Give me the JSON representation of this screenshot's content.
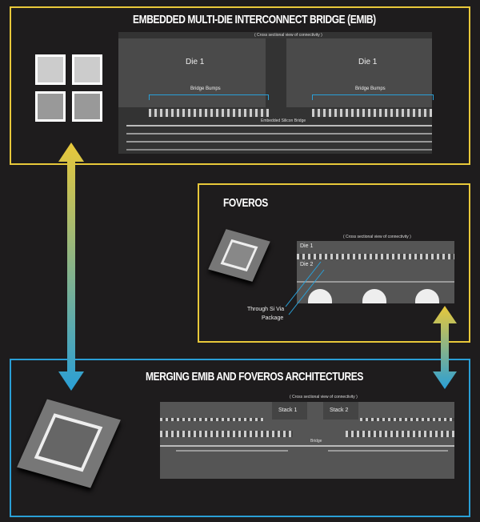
{
  "emib": {
    "title": "EMBEDDED MULTI-DIE INTERCONNECT BRIDGE (EMIB)",
    "caption": "( Cross sectional view of connectivity )",
    "die_left": "Die 1",
    "die_right": "Die 1",
    "bumps_left": "Bridge Bumps",
    "bumps_right": "Bridge Bumps",
    "bridge": "Embedded Silicon Bridge"
  },
  "foveros": {
    "title": "FOVEROS",
    "caption": "( Cross sectional view of connectivity )",
    "die1": "Die 1",
    "die2": "Die 2",
    "tsv": "Through Si Via",
    "package": "Package"
  },
  "merge": {
    "title": "MERGING EMIB AND FOVEROS ARCHITECTURES",
    "caption": "( Cross sectional view of connectivity )",
    "stack1": "Stack 1",
    "stack2": "Stack 2",
    "bridge": "Bridge"
  },
  "colors": {
    "yellow": "#e8c83a",
    "blue": "#2a9fd6"
  }
}
